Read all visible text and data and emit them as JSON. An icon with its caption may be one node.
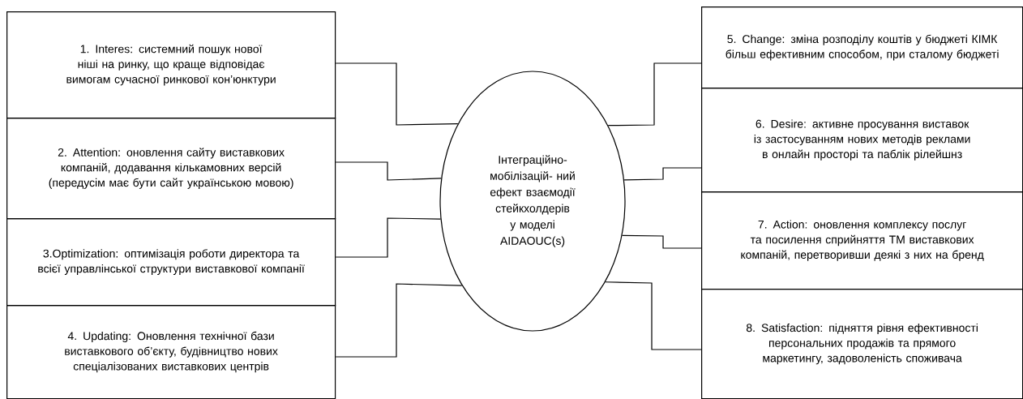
{
  "diagram": {
    "nodes": [
      {
        "text": [
          "1. Interes: системний пошук нової ніші на ринку, що краще відповідає вимогам сучасної ринкової кон’юнктури"
        ]
      },
      {
        "text": [
          "2. Attention: оновлення сайту виставкових компаній, додавання кількамовних версій (передусім має бути сайт українською мовою)"
        ]
      },
      {
        "text": [
          "3.Optimization: оптимізація роботи директора та всієї управлінської структури виставкової компанії"
        ]
      },
      {
        "text": [
          "4. Updating: Оновлення технічної бази виставкового об’єкту, будівництво нових спеціалізованих виставкових центрів"
        ]
      },
      {
        "text": [
          "Інтеграційно- мобілізацій- ний ефект взаємодії стейкхолдерів у моделі AIDAOUC(s)"
        ]
      },
      {
        "text": [
          "5. Change: зміна розподілу коштів у бюджеті КІМК більш ефективним способом, при сталому бюджеті"
        ]
      },
      {
        "text": [
          "6. Desire: активне просування виставок із застосуванням нових методів реклами в онлайн просторі та паблік рілейшнз"
        ]
      },
      {
        "text": [
          "7. Action: оновлення комплексу послуг та посилення сприйняття ТМ виставкових компаній, перетворивши деякі з них на бренд"
        ]
      },
      {
        "text": [
          "8. Satisfaction: підняття рівня ефективності персональних продажів та прямого маркетингу, задоволеність споживача"
        ]
      }
    ],
    "edges": [
      {
        "from": 0,
        "to": 4,
        "arrow": "none"
      },
      {
        "from": 1,
        "to": 4,
        "arrow": "none"
      },
      {
        "from": 2,
        "to": 4,
        "arrow": "none"
      },
      {
        "from": 3,
        "to": 4,
        "arrow": "none"
      },
      {
        "from": 5,
        "to": 4,
        "arrow": "none"
      },
      {
        "from": 6,
        "to": 4,
        "arrow": "none"
      },
      {
        "from": 7,
        "to": 4,
        "arrow": "none"
      },
      {
        "from": 8,
        "to": 4,
        "arrow": "none"
      }
    ]
  }
}
